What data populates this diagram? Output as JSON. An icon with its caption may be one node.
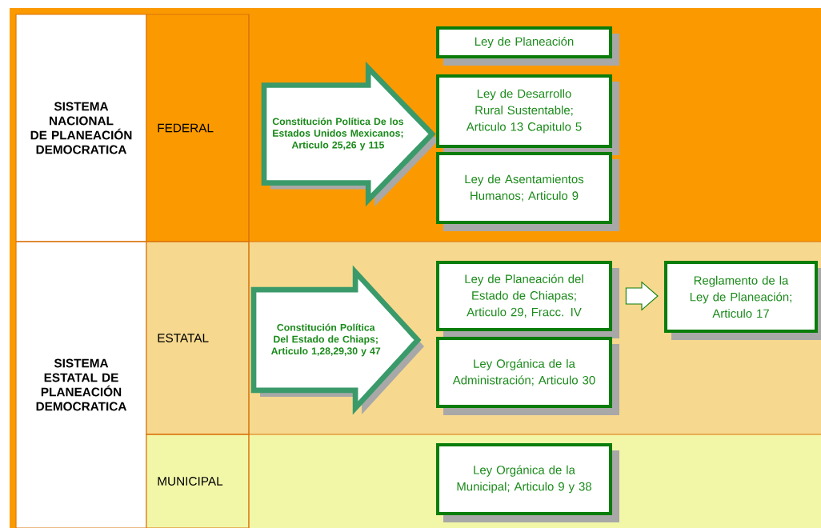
{
  "diagram": {
    "nodes": [
      {
        "text": [
          "SISTEMA NACIONAL DE PLANEACIÓN DEMOCRATICA"
        ]
      },
      {
        "text": [
          "FEDERAL"
        ]
      },
      {
        "text": [
          "Constitución Política De los Estados Unidos Mexicanos; Articulo 25,26 y 115"
        ]
      },
      {
        "text": [
          "Ley de Planeación"
        ]
      },
      {
        "text": [
          "Ley de Desarrollo Rural Sustentable; Articulo 13 Capitulo 5"
        ]
      },
      {
        "text": [
          "Ley de Asentamientos Humanos; Articulo 9"
        ]
      },
      {
        "text": [
          "SISTEMA ESTATAL DE PLANEACIÓN DEMOCRATICA"
        ]
      },
      {
        "text": [
          "ESTATAL"
        ]
      },
      {
        "text": [
          "Constitución Política Del Estado de Chiaps; Articulo 1,28,29,30  y 47"
        ]
      },
      {
        "text": [
          "Ley de Planeación del Estado de Chiapas; Articulo 29, Fracc. IV"
        ]
      },
      {
        "text": [
          "Reglamento de la Ley de Planeación; Articulo 17"
        ]
      },
      {
        "text": [
          "Ley Orgánica de la Administración; Articulo 30"
        ]
      },
      {
        "text": [
          "MUNICIPAL"
        ]
      },
      {
        "text": [
          "Ley Orgánica de la Municipal; Articulo 9 y 38"
        ]
      }
    ],
    "edges": [
      {
        "from": 9,
        "to": 10,
        "arrow": "to"
      }
    ]
  }
}
